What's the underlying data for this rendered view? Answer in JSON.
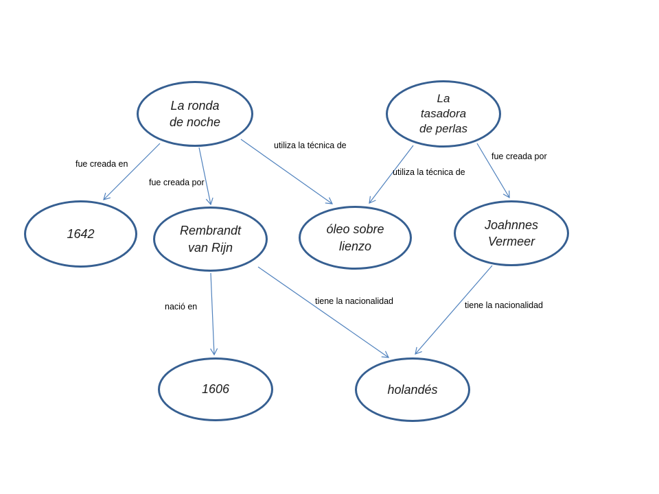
{
  "diagram": {
    "nodes": [
      {
        "id": "la-ronda-de-noche",
        "label": "La ronda\nde noche"
      },
      {
        "id": "la-tasadora-de-perlas",
        "label": "La\ntasadora\nde perlas"
      },
      {
        "id": "1642",
        "label": "1642"
      },
      {
        "id": "rembrandt-van-rijn",
        "label": "Rembrandt\nvan Rijn"
      },
      {
        "id": "oleo-sobre-lienzo",
        "label": "óleo sobre\nlienzo"
      },
      {
        "id": "joahnnes-vermeer",
        "label": "Joahnnes\nVermeer"
      },
      {
        "id": "1606",
        "label": "1606"
      },
      {
        "id": "holandes",
        "label": "holandés"
      }
    ],
    "edges": [
      {
        "from": "la-ronda-de-noche",
        "to": "1642",
        "label": "fue creada en"
      },
      {
        "from": "la-ronda-de-noche",
        "to": "rembrandt-van-rijn",
        "label": "fue creada por"
      },
      {
        "from": "la-ronda-de-noche",
        "to": "oleo-sobre-lienzo",
        "label": "utiliza la técnica de"
      },
      {
        "from": "la-tasadora-de-perlas",
        "to": "oleo-sobre-lienzo",
        "label": "utiliza la técnica de"
      },
      {
        "from": "la-tasadora-de-perlas",
        "to": "joahnnes-vermeer",
        "label": "fue creada por"
      },
      {
        "from": "rembrandt-van-rijn",
        "to": "1606",
        "label": "nació en"
      },
      {
        "from": "rembrandt-van-rijn",
        "to": "holandes",
        "label": "tiene la nacionalidad"
      },
      {
        "from": "joahnnes-vermeer",
        "to": "holandes",
        "label": "tiene la nacionalidad"
      }
    ],
    "colors": {
      "node_border": "#365f91",
      "edge_line": "#4f81bd",
      "node_text": "#1c1c1c",
      "edge_text": "#000000",
      "background": "#ffffff"
    }
  }
}
